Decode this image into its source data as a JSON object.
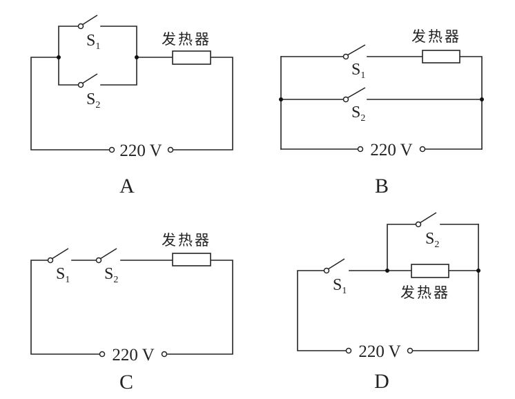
{
  "figure": {
    "description": "Four candidate circuit diagrams (A-D) for a heater controlled by two switches S1 and S2 on a 220 V supply",
    "heater_label": "发热器",
    "source_voltage": "220 V",
    "switch_names": [
      "S",
      "S"
    ],
    "switch_subscripts": [
      "1",
      "2"
    ]
  },
  "circuits": [
    {
      "option": "A",
      "topology": "S1 and S2 in parallel, that pair in series with heater",
      "heater_label": "发热器",
      "voltage_label": "220 V",
      "switches": [
        {
          "name": "S",
          "sub": "1"
        },
        {
          "name": "S",
          "sub": "2"
        }
      ]
    },
    {
      "option": "B",
      "topology": "S1 in series with heater; S2 on a branch in parallel with (S1 + heater)",
      "heater_label": "发热器",
      "voltage_label": "220 V",
      "switches": [
        {
          "name": "S",
          "sub": "1"
        },
        {
          "name": "S",
          "sub": "2"
        }
      ]
    },
    {
      "option": "C",
      "topology": "S1, S2 and heater all in series",
      "heater_label": "发热器",
      "voltage_label": "220 V",
      "switches": [
        {
          "name": "S",
          "sub": "1"
        },
        {
          "name": "S",
          "sub": "2"
        }
      ]
    },
    {
      "option": "D",
      "topology": "S1 in series with heater; S2 in parallel with heater",
      "heater_label": "发热器",
      "voltage_label": "220 V",
      "switches": [
        {
          "name": "S",
          "sub": "1"
        },
        {
          "name": "S",
          "sub": "2"
        }
      ]
    }
  ]
}
